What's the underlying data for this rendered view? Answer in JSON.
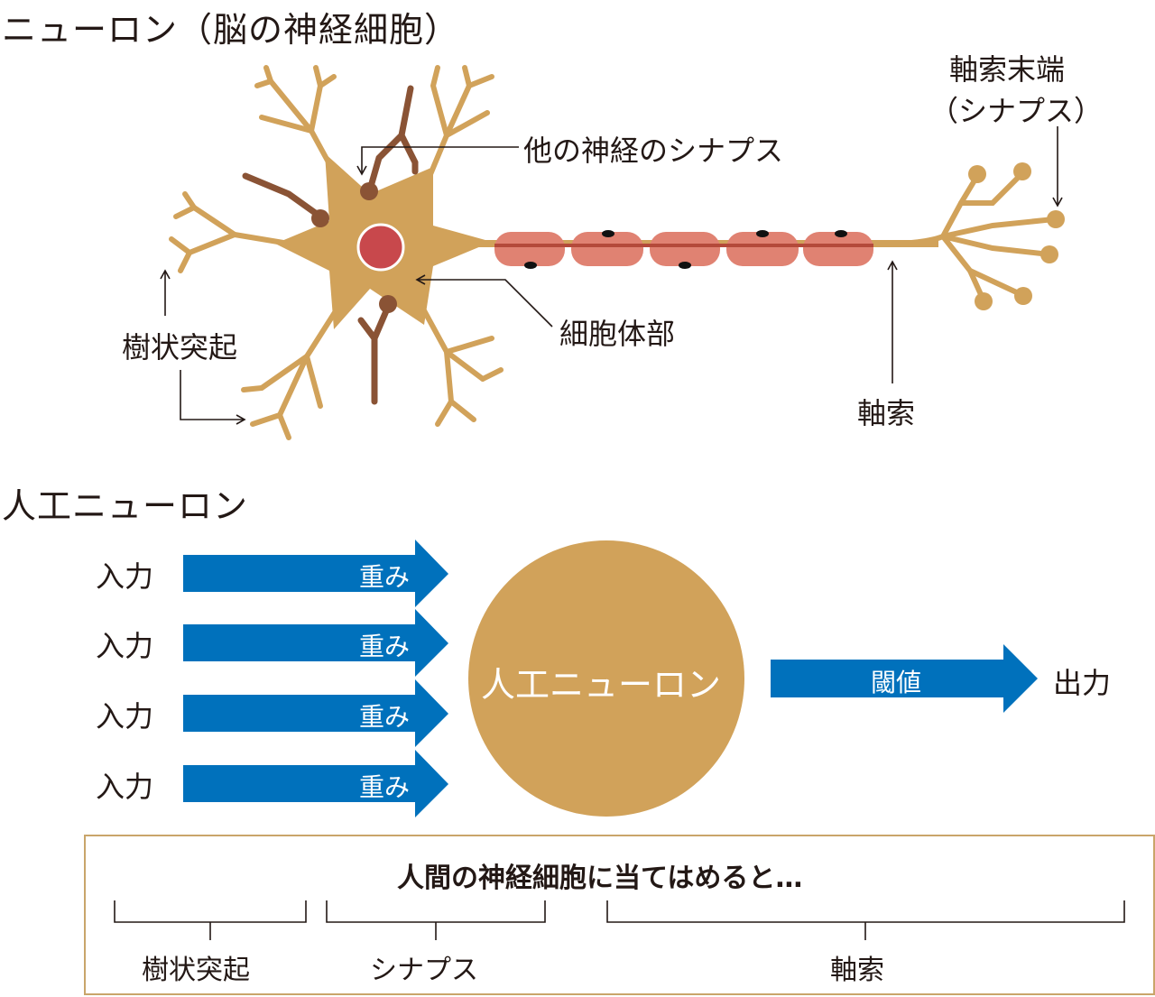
{
  "top": {
    "title": "ニューロン（脳の神経細胞）",
    "labels": {
      "axon_terminal_line1": "軸索末端",
      "axon_terminal_line2": "（シナプス）",
      "other_synapse": "他の神経のシナプス",
      "dendrite": "樹状突起",
      "cell_body": "細胞体部",
      "axon": "軸索"
    }
  },
  "bottom": {
    "title": "人工ニューロン",
    "inputs": [
      {
        "input_label": "入力",
        "weight_label": "重み"
      },
      {
        "input_label": "入力",
        "weight_label": "重み"
      },
      {
        "input_label": "入力",
        "weight_label": "重み"
      },
      {
        "input_label": "入力",
        "weight_label": "重み"
      }
    ],
    "neuron_label": "人工ニューロン",
    "threshold_label": "閾値",
    "output_label": "出力"
  },
  "mapping": {
    "heading": "人間の神経細胞に当てはめると…",
    "items": [
      "樹状突起",
      "シナプス",
      "軸索"
    ]
  },
  "colors": {
    "cell": "#d1a25a",
    "nucleus": "#c8484c",
    "myelin": "#e08272",
    "synapse_brown": "#8a5335",
    "arrow_blue": "#0071bc",
    "box_border": "#c9a56a"
  }
}
